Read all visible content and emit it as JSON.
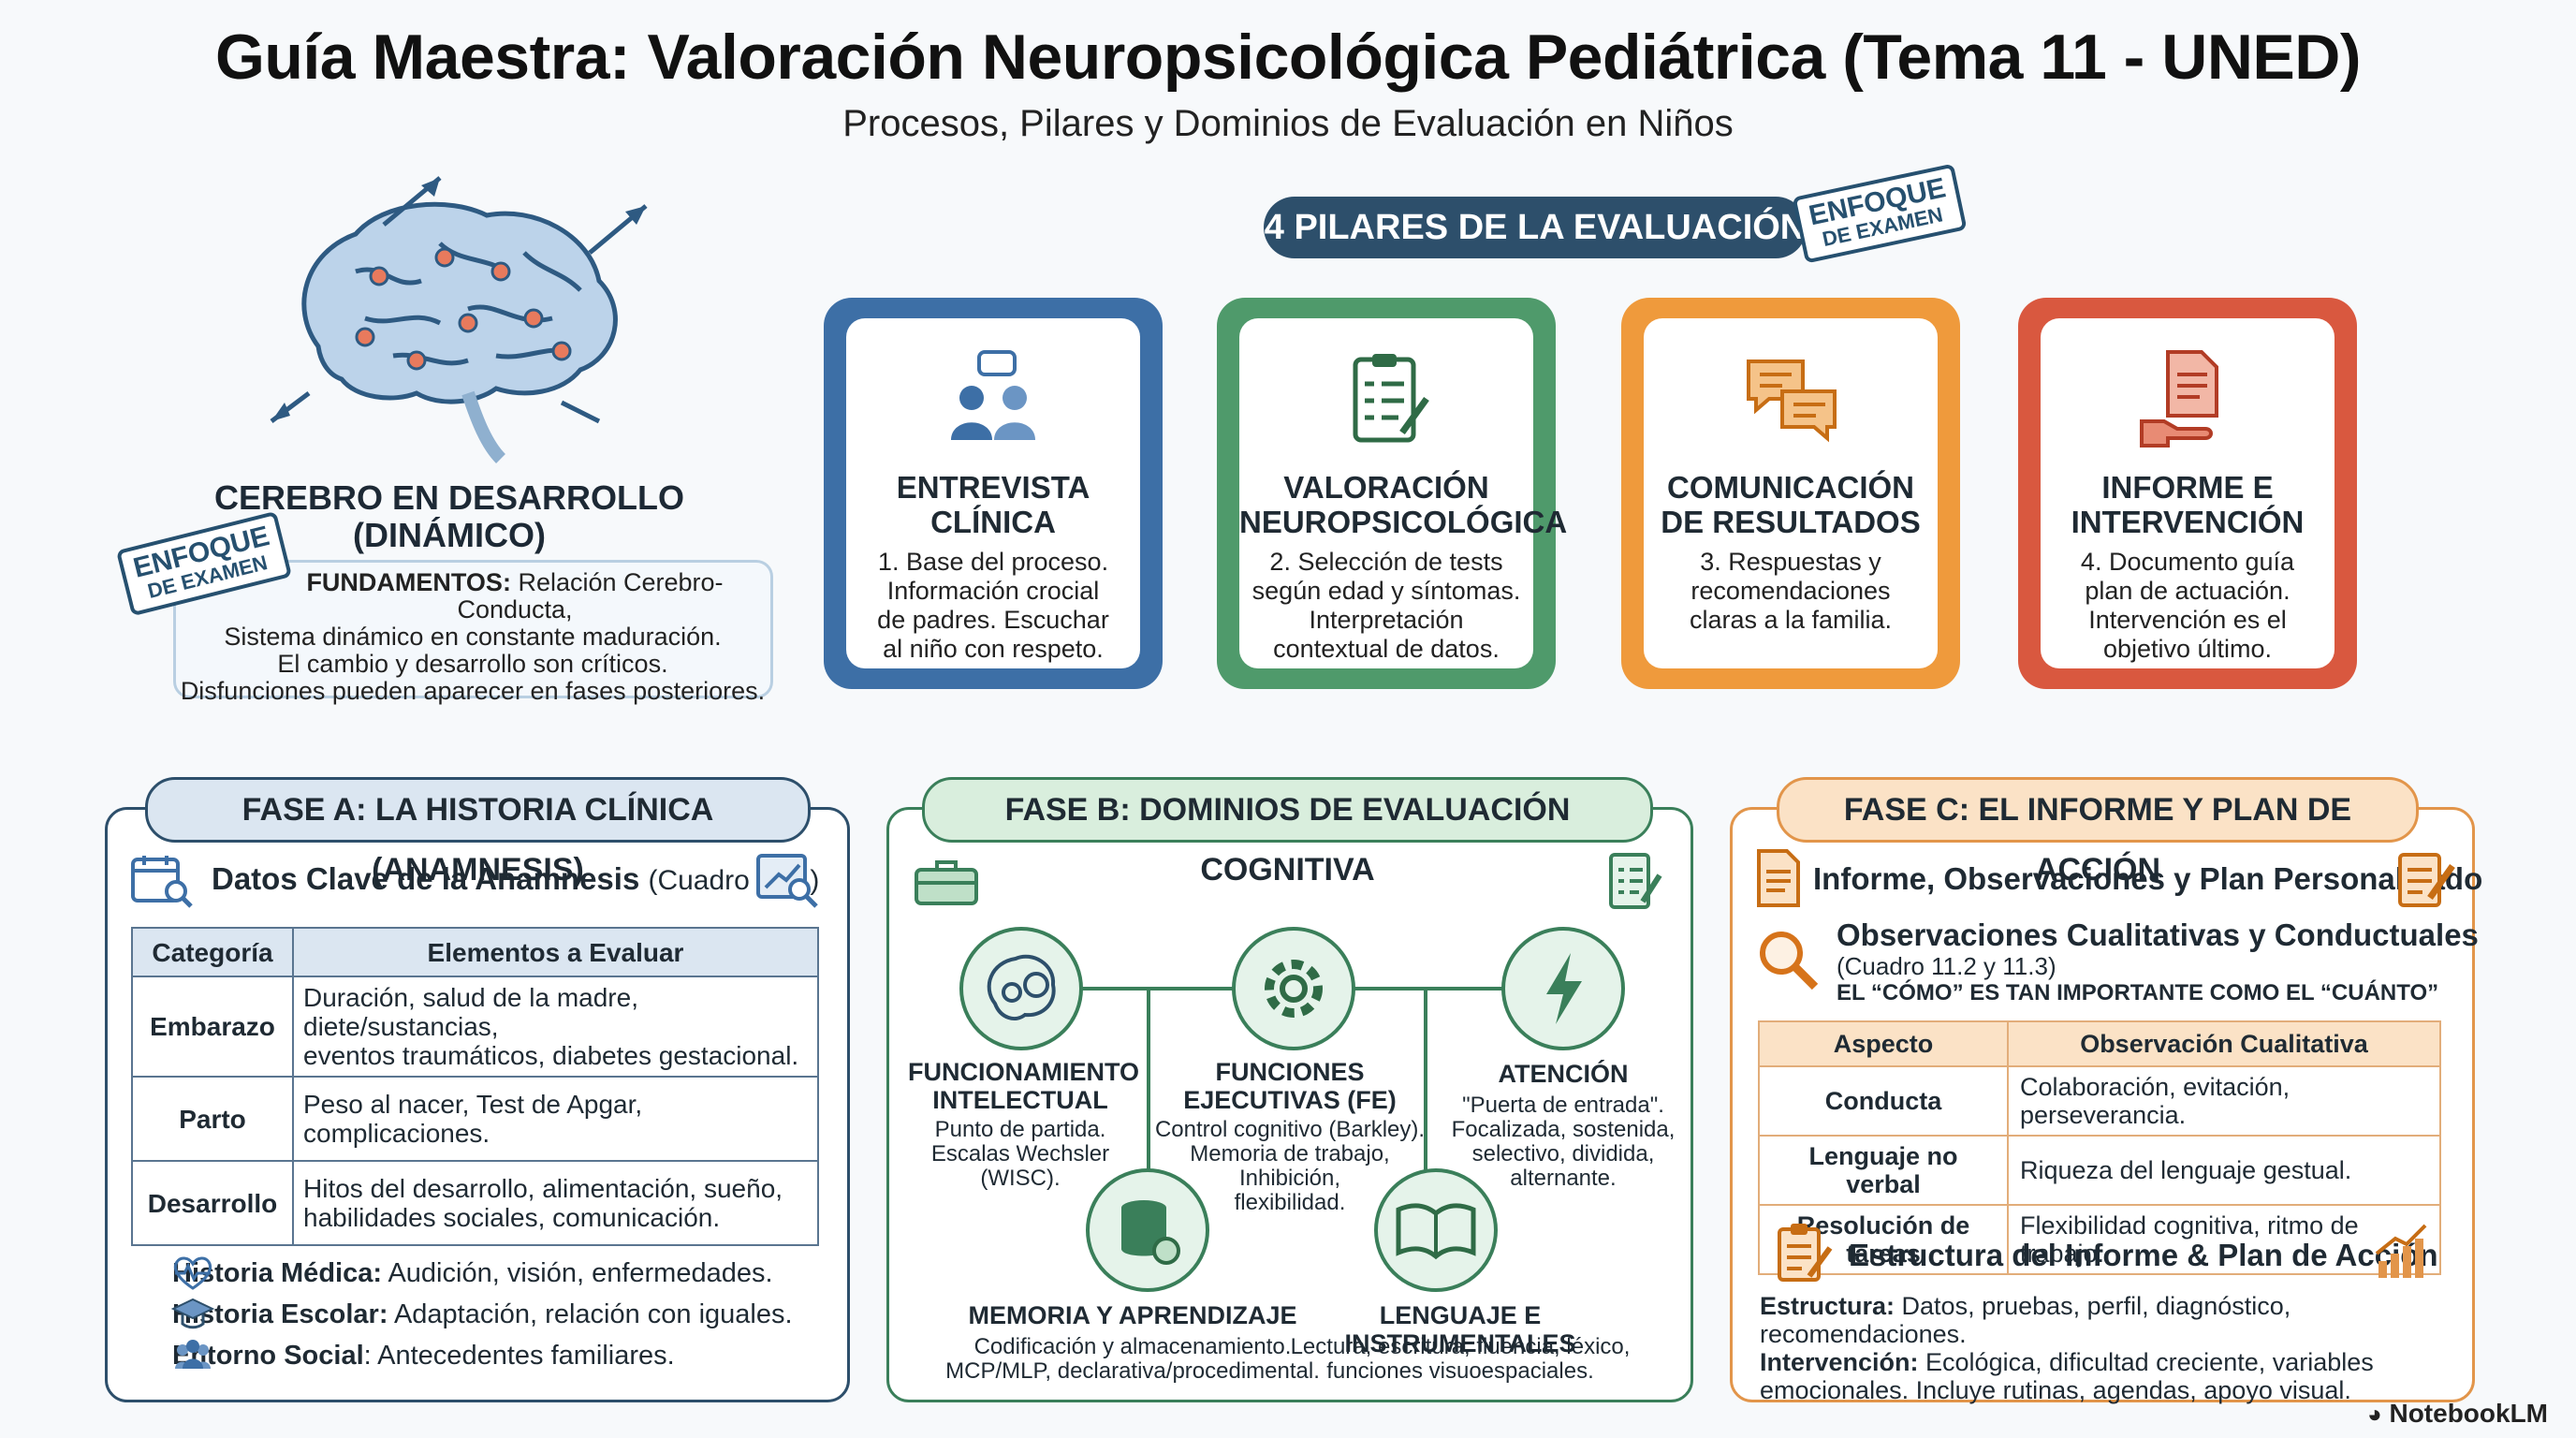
{
  "header": {
    "title": "Guía Maestra: Valoración Neuropsicológica Pediátrica (Tema 11 - UNED)",
    "subtitle": "Procesos, Pilares y Dominios de Evaluación en Niños"
  },
  "brain": {
    "caption_line1": "CEREBRO EN DESARROLLO",
    "caption_line2": "(DINÁMICO)",
    "stamp_line1": "ENFOQUE",
    "stamp_line2": "DE EXAMEN",
    "fund_label": "FUNDAMENTOS:",
    "fund_line1": "Relación Cerebro-Conducta,",
    "fund_line2": "Sistema dinámico en constante maduración.",
    "fund_line3": "El cambio y desarrollo son críticos.",
    "fund_line4": "Disfunciones pueden aparecer en fases posteriores."
  },
  "pillars": {
    "banner": "4 PILARES DE LA EVALUACIÓN",
    "stamp_line1": "ENFOQUE",
    "stamp_line2": "DE EXAMEN",
    "items": [
      {
        "title1": "ENTREVISTA",
        "title2": "CLÍNICA",
        "l1": "1. Base del proceso.",
        "l2": "Información crocial",
        "l3": "de padres. Escuchar",
        "l4": "al niño con respeto.",
        "color": "#3d6fa6",
        "icon": "people-icon"
      },
      {
        "title1": "VALORACIÓN",
        "title2": "NEUROPSICOLÓGICA",
        "l1": "2. Selección de tests",
        "l2": "según edad y síntomas.",
        "l3": "Interpretación",
        "l4": "contextual de datos.",
        "color": "#4f9a6b",
        "icon": "clipboard-icon"
      },
      {
        "title1": "COMUNICACIÓN",
        "title2": "DE RESULTADOS",
        "l1": "3. Respuestas y",
        "l2": "recomendaciones",
        "l3": "claras a la familia.",
        "l4": "",
        "color": "#ef9a3c",
        "icon": "chat-icon"
      },
      {
        "title1": "INFORME E",
        "title2": "INTERVENCIÓN",
        "l1": "4. Documento guía",
        "l2": "plan de actuación.",
        "l3": "Intervención es el",
        "l4": "objetivo último.",
        "color": "#d9583f",
        "icon": "document-hand-icon"
      }
    ]
  },
  "phaseA": {
    "label": "FASE A: LA HISTORIA CLÍNICA (ANAMNESIS)",
    "heading": "Datos Clave de la Anamnesis",
    "heading_ref": "(Cuadro 11.1)",
    "table": {
      "col1": "Categoría",
      "col2": "Elementos a Evaluar",
      "rows": [
        {
          "cat": "Embarazo",
          "l1": "Duración, salud de la madre, diete/sustancias,",
          "l2": "eventos traumáticos, diabetes gestacional."
        },
        {
          "cat": "Parto",
          "l1": "Peso al nacer, Test de Apgar, complicaciones.",
          "l2": ""
        },
        {
          "cat": "Desarrollo",
          "l1": "Hitos del desarrollo, alimentación, sueño,",
          "l2": "habilidades sociales, comunicación."
        }
      ]
    },
    "hist": [
      {
        "label": "Historia Médica:",
        "text": " Audición, visión, enfermedades."
      },
      {
        "label": "Historia Escolar:",
        "text": " Adaptación, relación con iguales."
      },
      {
        "label": "Entorno Social",
        "text": ": Antecedentes familiares."
      }
    ]
  },
  "phaseB": {
    "label": "FASE B: DOMINIOS DE EVALUACIÓN COGNITIVA",
    "domains": {
      "fi_t1": "FUNCIONAMIENTO",
      "fi_t2": "INTELECTUAL",
      "fi_l1": "Punto de partida.",
      "fi_l2": "Escalas Wechsler",
      "fi_l3": "(WISC).",
      "fe_t1": "FUNCIONES",
      "fe_t2": "EJECUTIVAS (FE)",
      "fe_l1": "Control cognitivo (Barkley).",
      "fe_l2": "Memoria de trabajo,",
      "fe_l3": "Inhibición,",
      "fe_l4": "flexibilidad.",
      "at_t1": "ATENCIÓN",
      "at_l1": "\"Puerta de entrada\".",
      "at_l2": "Focalizada, sostenida,",
      "at_l3": "selectivo, dividida,",
      "at_l4": "alternante.",
      "ma_t1": "MEMORIA Y APRENDIZAJE",
      "ma_l1": "Codificación y almacenamiento.",
      "ma_l2": "MCP/MLP, declarativa/procedimental.",
      "li_t1": "LENGUAJE E INSTRUMENTALES",
      "li_l1": "Lectura, escritura, fluencia, léxico,",
      "li_l2": "funciones visuoespaciales."
    }
  },
  "phaseC": {
    "label": "FASE C: EL INFORME Y PLAN DE ACCIÓN",
    "heading": "Informe, Observaciones y Plan Personalizado",
    "obs_title": "Observaciones Cualitativas y Conductuales",
    "obs_ref": "(Cuadro 11.2 y 11.3)",
    "obs_note": "EL “CÓMO” ES TAN IMPORTANTE COMO EL “CUÁNTO”",
    "table": {
      "col1": "Aspecto",
      "col2": "Observación Cualitativa",
      "rows": [
        {
          "asp": "Conducta",
          "obs": "Colaboración, evitación, perseverancia."
        },
        {
          "asp": "Lenguaje no verbal",
          "obs": "Riqueza del lenguaje gestual."
        },
        {
          "asp": "Resolución de tareas",
          "obs": "Flexibilidad cognitiva, ritmo de trabajo."
        }
      ]
    },
    "struct_title": "Estructura del Informe & Plan de Acción",
    "struct_label": "Estructura:",
    "struct_text": " Datos, pruebas, perfil, diagnóstico, recomendaciones.",
    "interv_label": "Intervención:",
    "interv_text1": " Ecológica, dificultad creciente, variables",
    "interv_text2": "emocionales. Incluye rutinas, agendas, apoyo visual."
  },
  "footer": {
    "brand": "NotebookLM"
  }
}
